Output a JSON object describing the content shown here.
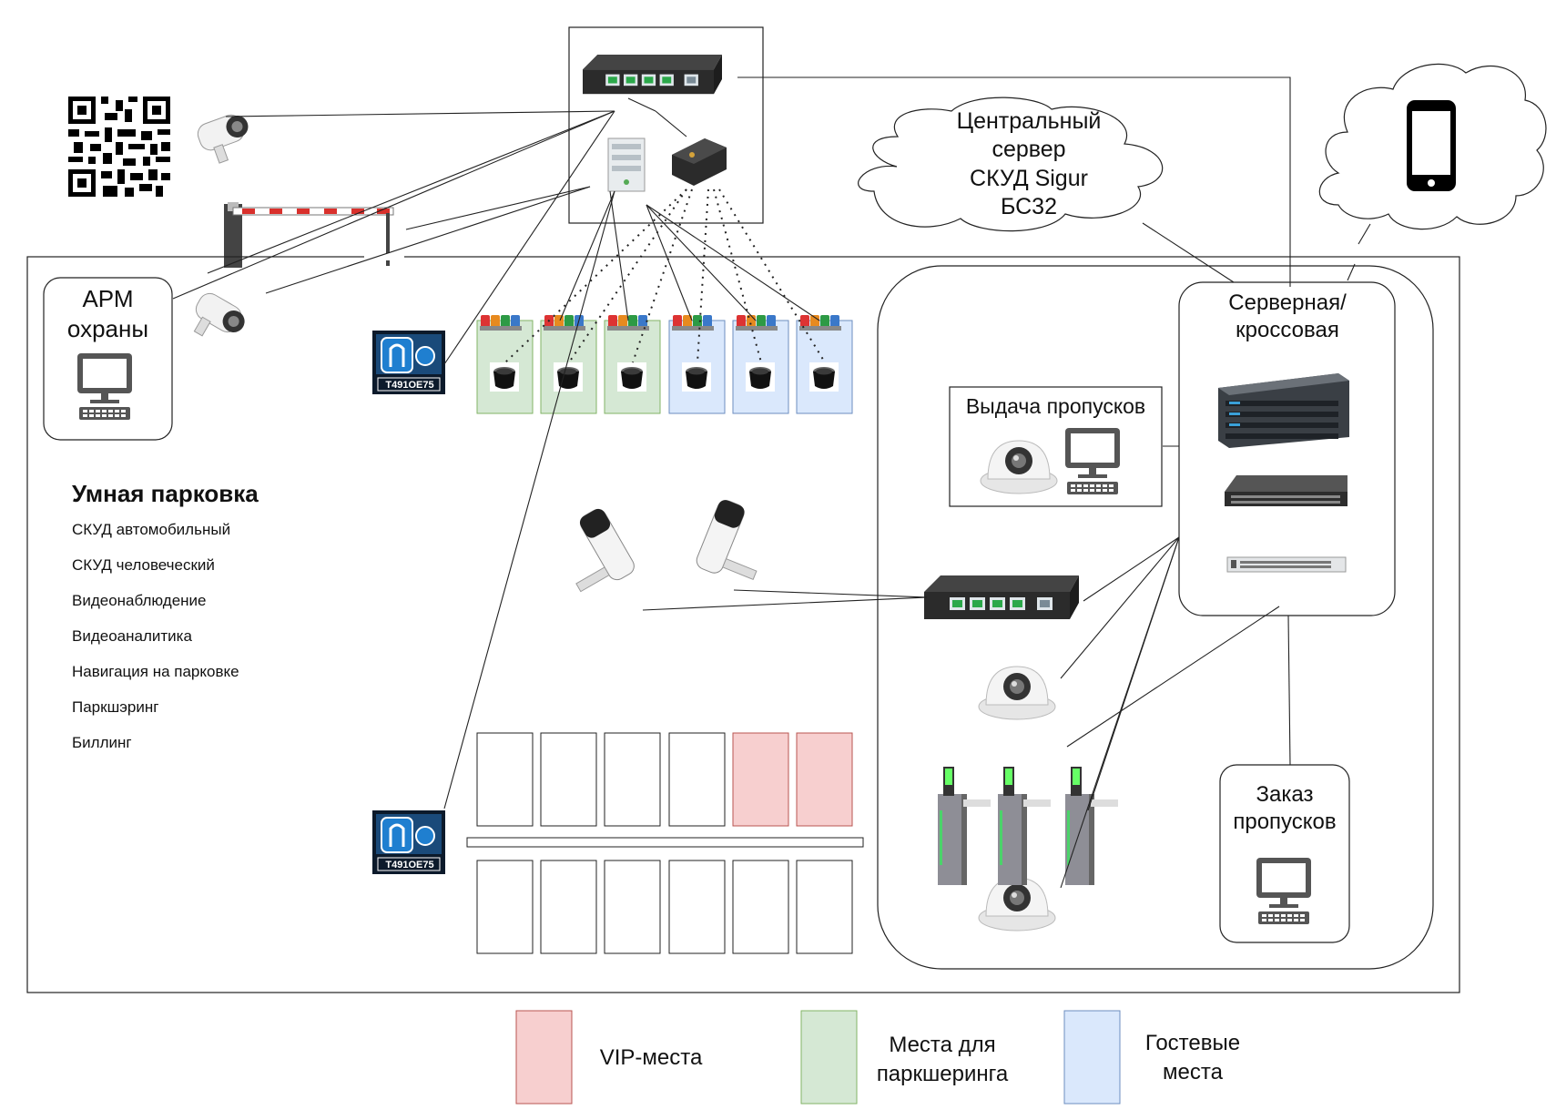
{
  "diagram": {
    "title": "Умная парковка",
    "features": [
      "СКУД автомобильный",
      "СКУД человеческий",
      "Видеонаблюдение",
      "Видеоаналитика",
      "Навигация на парковке",
      "Паркшэринг",
      "Биллинг"
    ],
    "nodes": {
      "arm": [
        "АРМ",
        "охраны"
      ],
      "central_server": [
        "Центральный",
        "сервер",
        "СКУД Sigur",
        "БС32"
      ],
      "server_room": [
        "Серверная/",
        "кроссовая"
      ],
      "pass_issue": "Выдача пропусков",
      "pass_order": [
        "Заказ",
        "пропусков"
      ],
      "plate_sign": "T491OE75"
    },
    "legend": [
      {
        "label": [
          "VIP-места"
        ],
        "color": "#f7cfcf"
      },
      {
        "label": [
          "Места для",
          "паркшеринга"
        ],
        "color": "#d5e8d4"
      },
      {
        "label": [
          "Гостевые",
          "места"
        ],
        "color": "#dae8fc"
      }
    ],
    "colors": {
      "vip": "#f7cfcf",
      "parksharing": "#d5e8d4",
      "guest": "#dae8fc",
      "barrier_red": "#d9302c",
      "line": "#222222"
    },
    "icons": [
      "qr-code-icon",
      "bullet-camera-icon",
      "barrier-icon",
      "poe-switch-icon",
      "controller-icon",
      "router-icon",
      "cloud-icon",
      "smartphone-icon",
      "workstation-icon",
      "dome-camera-icon",
      "server-rack-icon",
      "network-switch-icon",
      "patch-panel-icon",
      "turnstile-icon",
      "parking-sensor-icon",
      "parking-display-icon"
    ]
  }
}
